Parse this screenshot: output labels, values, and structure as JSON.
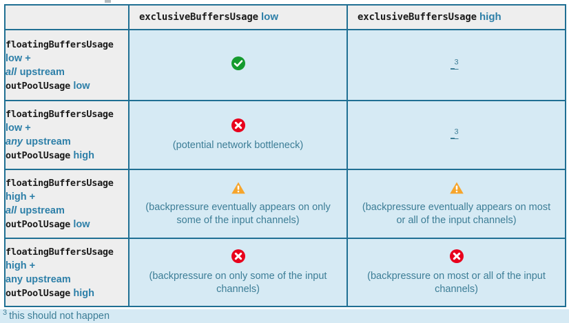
{
  "table": {
    "columns": [
      {
        "label": "",
        "kind": "corner"
      },
      {
        "mono": "exclusiveBuffersUsage",
        "kw": "low"
      },
      {
        "mono": "exclusiveBuffersUsage",
        "kw": "high"
      }
    ],
    "rows": [
      {
        "label": {
          "l1_mono": "floatingBuffersUsage",
          "l2_kw": "low +",
          "l3_em": "all",
          "l3_rest": "upstream",
          "l3_italic": true,
          "l4_mono": "outPoolUsage",
          "l4_kw": "low"
        },
        "cells": [
          {
            "icon": "check-circle-icon",
            "note": ""
          },
          {
            "icon": "footnote-ref",
            "note": "",
            "fnref": "3"
          }
        ]
      },
      {
        "label": {
          "l1_mono": "floatingBuffersUsage",
          "l2_kw": "low +",
          "l3_em": "any",
          "l3_rest": "upstream",
          "l3_italic": true,
          "l4_mono": "outPoolUsage",
          "l4_kw": "high"
        },
        "cells": [
          {
            "icon": "error-circle-icon",
            "note": "(potential network bottleneck)"
          },
          {
            "icon": "footnote-ref",
            "note": "",
            "fnref": "3"
          }
        ]
      },
      {
        "label": {
          "l1_mono": "floatingBuffersUsage",
          "l2_kw": "high +",
          "l3_em": "all",
          "l3_rest": "upstream",
          "l3_italic": true,
          "l4_mono": "outPoolUsage",
          "l4_kw": "low"
        },
        "cells": [
          {
            "icon": "warning-triangle-icon",
            "note": "(backpressure eventually appears on only some of the input channels)"
          },
          {
            "icon": "warning-triangle-icon",
            "note": "(backpressure eventually appears on most or all of the input channels)"
          }
        ]
      },
      {
        "label": {
          "l1_mono": "floatingBuffersUsage",
          "l2_kw": "high +",
          "l3_em": "any",
          "l3_rest": "upstream",
          "l3_italic": false,
          "l4_mono": "outPoolUsage",
          "l4_kw": "high"
        },
        "cells": [
          {
            "icon": "error-circle-icon",
            "note": "(backpressure on only some of the input channels)"
          },
          {
            "icon": "error-circle-icon",
            "note": "(backpressure on most or all of the input channels)"
          }
        ]
      }
    ]
  },
  "footnote": {
    "marker": "3",
    "text": "this should not happen"
  },
  "colors": {
    "border": "#1f6f93",
    "header_bg": "#eeeeee",
    "cell_bg": "#d6eaf4",
    "keyword": "#2d7fa8",
    "note_text": "#3c7d96",
    "mono_text": "#1a1a1a",
    "ok_green": "#159b2e",
    "error_red": "#e8001c",
    "warn_orange": "#f6a52c"
  }
}
